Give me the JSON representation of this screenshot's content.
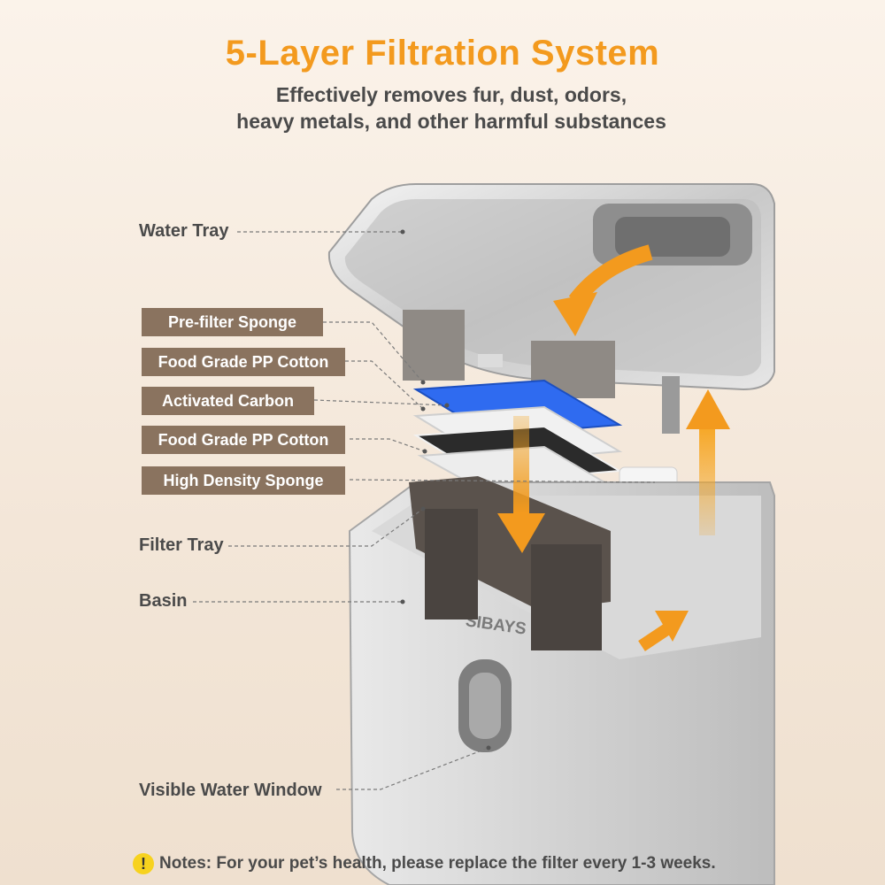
{
  "header": {
    "title": "5-Layer Filtration System",
    "subtitle_line1": "Effectively removes fur, dust, odors,",
    "subtitle_line2": "heavy metals, and other harmful substances"
  },
  "labels": {
    "water_tray": "Water Tray",
    "filter_tray": "Filter Tray",
    "basin": "Basin",
    "visible_window": "Visible Water Window"
  },
  "layers": [
    "Pre-filter Sponge",
    "Food Grade PP Cotton",
    "Activated Carbon",
    "Food Grade PP Cotton",
    "High Density Sponge"
  ],
  "brand": "SIBAYS",
  "notes": {
    "icon": "exclamation-icon",
    "text": "Notes: For your pet’s health, please replace the filter every 1-3 weeks."
  },
  "colors": {
    "accent": "#f39a1e",
    "label_box": "#8a735f",
    "text": "#4a4a4a",
    "filter_blue": "#2f6bf0"
  }
}
